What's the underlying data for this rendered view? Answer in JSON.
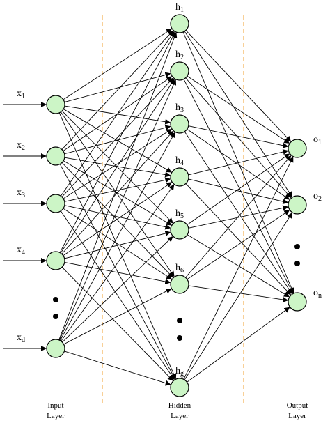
{
  "colors": {
    "node_fill": "#ccf5c6",
    "edge": "#000000",
    "separator": "#f0a030"
  },
  "input_layer": {
    "caption_line1": "Input",
    "caption_line2": "Layer",
    "nodes": [
      {
        "label": "x",
        "sub": "1"
      },
      {
        "label": "x",
        "sub": "2"
      },
      {
        "label": "x",
        "sub": "3"
      },
      {
        "label": "x",
        "sub": "4"
      },
      {
        "label": "x",
        "sub": "d"
      }
    ]
  },
  "hidden_layer": {
    "caption_line1": "Hidden",
    "caption_line2": "Layer",
    "nodes": [
      {
        "label": "h",
        "sub": "1"
      },
      {
        "label": "h",
        "sub": "2"
      },
      {
        "label": "h",
        "sub": "3"
      },
      {
        "label": "h",
        "sub": "4"
      },
      {
        "label": "h",
        "sub": "5"
      },
      {
        "label": "h",
        "sub": "6"
      },
      {
        "label": "h",
        "sub": "g"
      }
    ]
  },
  "output_layer": {
    "caption_line1": "Output",
    "caption_line2": "Layer",
    "nodes": [
      {
        "label": "o",
        "sub": "1"
      },
      {
        "label": "o",
        "sub": "2"
      },
      {
        "label": "o",
        "sub": "n"
      }
    ]
  }
}
